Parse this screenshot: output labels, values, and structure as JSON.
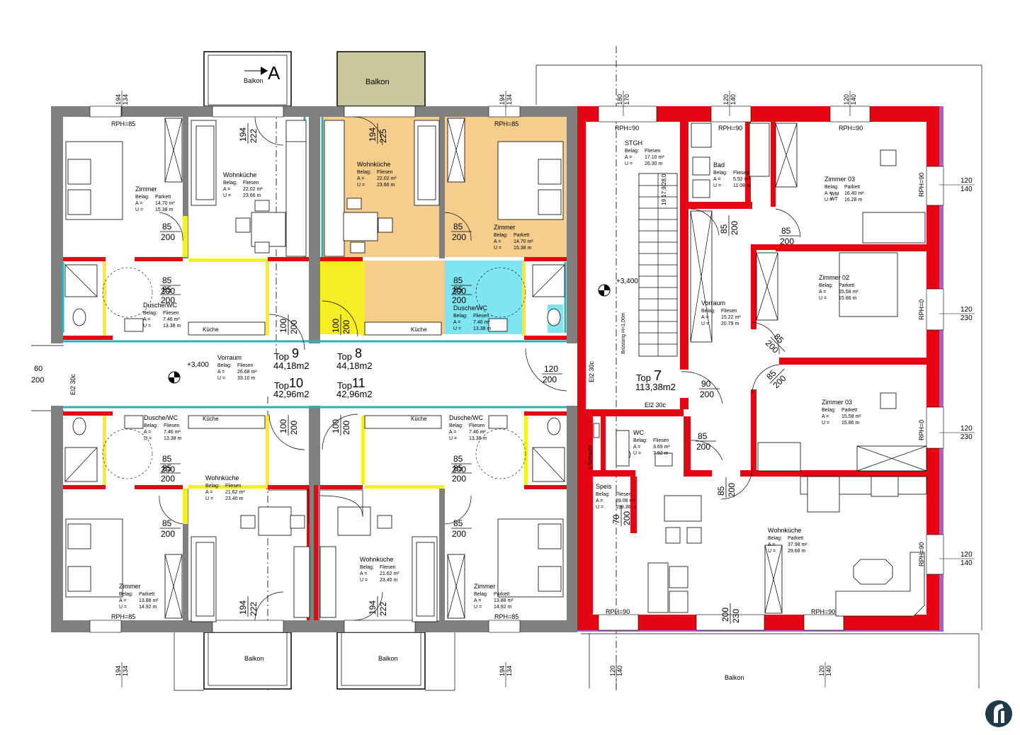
{
  "colors": {
    "wall_existing": "#808080",
    "wall_new": "#e30613",
    "wall_purple": "#b05fc4",
    "yellow_line": "#f7ee24",
    "orange_unit": "#f6cd8d",
    "cyan_bath": "#7fe5f0",
    "balcony_green": "#c8c89a",
    "cyan_window": "#2ab3b8"
  },
  "markers": {
    "section_letter": "A",
    "level": "+3,400",
    "level_b": "+3,400"
  },
  "labels": {
    "balkon": "Balkon",
    "kueche": "Küche",
    "rph85": "RPH=85",
    "rph90": "RPH=90",
    "rph0": "RPH=0",
    "el230c": "El2 30c",
    "bruestung": "Brüstung H=1,00m",
    "stairs": "19 17,9/28,0",
    "ischacht": "I-Schacht",
    "belag": "Belag:",
    "a": "A =",
    "u": "U =",
    "wm": "WM",
    "wt": "WT",
    "edge_left_1": "60",
    "edge_left_2": "200"
  },
  "tops": [
    {
      "top": "Top",
      "num": "9",
      "area": "44,18m2"
    },
    {
      "top": "Top",
      "num": "8",
      "area": "44,18m2"
    },
    {
      "top": "Top",
      "num": "10",
      "area": "42,96m2"
    },
    {
      "top": "Top",
      "num": "11",
      "area": "42,96m2"
    },
    {
      "top": "Top",
      "num": "7",
      "area": "113,38m2"
    }
  ],
  "rooms": {
    "r1": {
      "name": "Zimmer",
      "belag": "Parkett",
      "a": "14.70 m²",
      "u": "15.38 m"
    },
    "r2": {
      "name": "Wohnküche",
      "belag": "Fliesen",
      "a": "22.02 m²",
      "u": "23.66 m"
    },
    "r3": {
      "name": "Wohnküche",
      "belag": "Fliesen",
      "a": "22.02 m²",
      "u": "23.66 m"
    },
    "r4": {
      "name": "Zimmer",
      "belag": "Parkett",
      "a": "14.70 m²",
      "u": "15.38 m"
    },
    "r5": {
      "name": "Dusche/WC",
      "belag": "Fliesen",
      "a": "7.46 m²",
      "u": "13.38 m"
    },
    "r6": {
      "name": "Dusche/WC",
      "belag": "Fliesen",
      "a": "7.46 m²",
      "u": "13.38 m"
    },
    "r7": {
      "name": "Vorraum",
      "belag": "Fliesen",
      "a": "26.68 m²",
      "u": "33.10 m"
    },
    "r8": {
      "name": "Dusche/WC",
      "belag": "Fliesen",
      "a": "7.46 m²",
      "u": "13.38 m"
    },
    "r9": {
      "name": "Dusche/WC",
      "belag": "Fliesen",
      "a": "7.46 m²",
      "u": "13.38 m"
    },
    "r10": {
      "name": "Wohnküche",
      "belag": "Fliesen",
      "a": "21.62 m²",
      "u": "23.40 m"
    },
    "r11": {
      "name": "Wohnküche",
      "belag": "Fliesen",
      "a": "21.62 m²",
      "u": "23.40 m"
    },
    "r12": {
      "name": "Zimmer",
      "belag": "Parkett",
      "a": "13.88 m²",
      "u": "14.92 m"
    },
    "r13": {
      "name": "Zimmer",
      "belag": "Parkett",
      "a": "13.88 m²",
      "u": "14.92 m"
    },
    "r14": {
      "name": "STGH",
      "belag": "Fliesen",
      "a": "17.10 m²",
      "u": "26.30 m"
    },
    "r15": {
      "name": "Bad",
      "belag": "Fliesen",
      "a": "5.52 m²",
      "u": "11.08 m"
    },
    "r16": {
      "name": "Zimmer 03",
      "belag": "Parkett",
      "a": "16.40 m²",
      "u": "16.28 m"
    },
    "r17": {
      "name": "Zimmer 02",
      "belag": "Parkett",
      "a": "15.58 m²",
      "u": "15.86 m"
    },
    "r18": {
      "name": "Vorraum",
      "belag": "Fliesen",
      "a": "15.22 m²",
      "u": "20.79 m"
    },
    "r19": {
      "name": "Zimmer 03",
      "belag": "Parkett",
      "a": "15.58 m²",
      "u": "15.86 m"
    },
    "r20": {
      "name": "WC",
      "belag": "Fliesen",
      "a": "3.69 m²",
      "u": "7.92 m"
    },
    "r21": {
      "name": "Speis",
      "belag": "Fliesen",
      "a": "28.08 m²",
      "u": "199.36 m"
    },
    "r22": {
      "name": "Wohnküche",
      "belag": "Parkett",
      "a": "37.98 m²",
      "u": "29.68 m"
    }
  },
  "doors": [
    {
      "w": "85",
      "h": "200"
    },
    {
      "w": "85",
      "h": "200"
    },
    {
      "w": "85",
      "h": "200"
    },
    {
      "w": "85",
      "h": "200"
    },
    {
      "w": "85",
      "h": "200"
    },
    {
      "w": "85",
      "h": "200"
    },
    {
      "w": "85",
      "h": "200"
    },
    {
      "w": "85",
      "h": "200"
    },
    {
      "w": "85",
      "h": "200"
    },
    {
      "w": "85",
      "h": "200"
    },
    {
      "w": "120",
      "h": "200"
    },
    {
      "w": "90",
      "h": "200"
    },
    {
      "w": "85",
      "h": "200"
    },
    {
      "w": "85",
      "h": "200"
    },
    {
      "w": "85",
      "h": "200"
    },
    {
      "w": "85",
      "h": "200"
    },
    {
      "w": "85",
      "h": "200"
    },
    {
      "w": "85",
      "h": "200"
    },
    {
      "w": "100",
      "h": "200"
    },
    {
      "w": "100",
      "h": "200"
    },
    {
      "w": "100",
      "h": "200"
    },
    {
      "w": "100",
      "h": "200"
    },
    {
      "w": "194",
      "h": "222"
    },
    {
      "w": "194",
      "h": "225"
    },
    {
      "w": "194",
      "h": "222"
    },
    {
      "w": "194",
      "h": "222"
    },
    {
      "w": "70",
      "h": "200"
    },
    {
      "w": "200",
      "h": "230"
    },
    {
      "w": "85",
      "h": "200"
    },
    {
      "w": "85",
      "h": "200"
    }
  ],
  "windows": [
    {
      "a": "194",
      "b": "134"
    },
    {
      "a": "194",
      "b": "134"
    },
    {
      "a": "180",
      "b": "170"
    },
    {
      "a": "120",
      "b": "140"
    },
    {
      "a": "120",
      "b": "140"
    },
    {
      "a": "194",
      "b": "134"
    },
    {
      "a": "194",
      "b": "134"
    },
    {
      "a": "120",
      "b": "140"
    },
    {
      "a": "120",
      "b": "140"
    },
    {
      "a": "120",
      "b": "140"
    },
    {
      "a": "120",
      "b": "230"
    },
    {
      "a": "120",
      "b": "230"
    },
    {
      "a": "120",
      "b": "140"
    }
  ]
}
